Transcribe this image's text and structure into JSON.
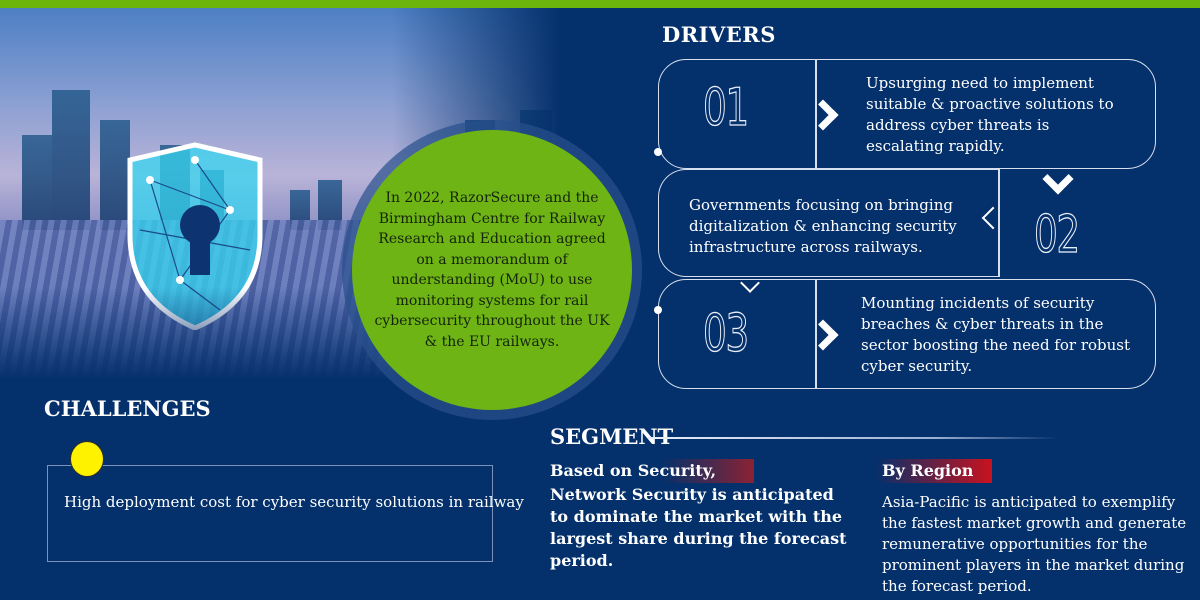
{
  "colors": {
    "background": "#04306b",
    "accent_green": "#6eb414",
    "top_bar": "#6cb50c",
    "challenge_dot": "#fff200",
    "highlight_red": "#c8121e"
  },
  "hero": {
    "icon": "shield-keyhole-icon",
    "callout": "In 2022, RazorSecure and the Birmingham Centre for Railway Research and Education agreed on a memorandum of understanding (MoU) to use monitoring systems for rail cybersecurity throughout the UK & the EU railways."
  },
  "drivers": {
    "title": "DRIVERS",
    "items": [
      {
        "number": "01",
        "text": "Upsurging need to implement suitable & proactive solutions to address cyber threats is escalating rapidly."
      },
      {
        "number": "02",
        "text": "Governments focusing on bringing digitalization & enhancing security infrastructure across railways."
      },
      {
        "number": "03",
        "text": "Mounting incidents of security breaches & cyber threats in the sector boosting the need for robust cyber security."
      }
    ]
  },
  "challenges": {
    "title": "CHALLENGES",
    "items": [
      "High deployment cost for cyber security solutions in railway"
    ]
  },
  "segment": {
    "title": "SEGMENT",
    "security": {
      "heading": "Based on Security,",
      "text": "Network Security is anticipated to dominate the market with the largest share during the forecast period."
    },
    "region": {
      "heading": "By Region",
      "text": "Asia-Pacific is anticipated to exemplify the fastest market growth and generate remunerative opportunities for the prominent players in the market during the forecast period."
    }
  }
}
